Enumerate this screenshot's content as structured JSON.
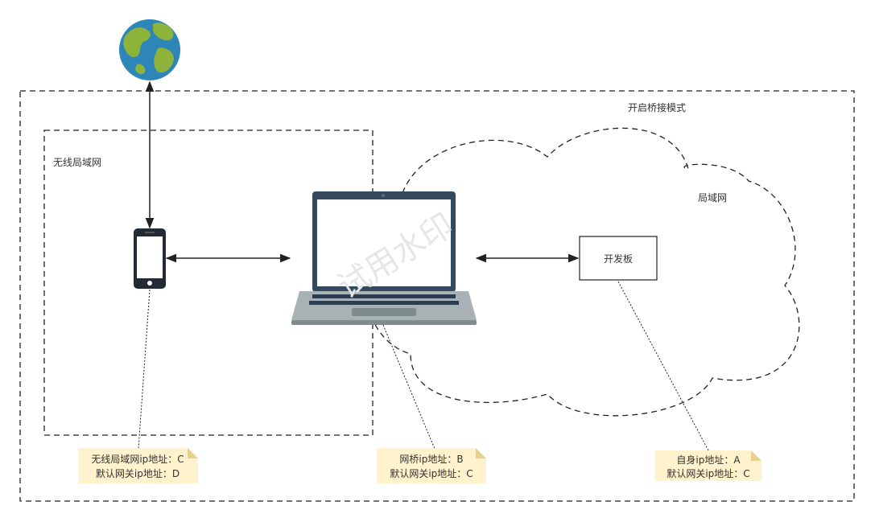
{
  "regions": {
    "bridge_mode_label": "开启桥接模式",
    "wireless_lan_label": "无线局域网",
    "lan_label": "局域网"
  },
  "devices": {
    "globe_icon": "globe-icon",
    "phone_icon": "smartphone-icon",
    "laptop_icon": "laptop-icon",
    "board_label": "开发板"
  },
  "notes": {
    "phone": {
      "line1": "无线局域网ip地址：C",
      "line2": "默认网关ip地址：D"
    },
    "laptop": {
      "line1": "网桥ip地址：B",
      "line2": "默认网关ip地址：C"
    },
    "board": {
      "line1": "自身ip地址：A",
      "line2": "默认网关ip地址：C"
    }
  },
  "watermark": "试用水印",
  "colors": {
    "note_fill": "#fff2cc",
    "note_fold": "#e6d08a",
    "line": "#222222",
    "laptop_frame": "#34495e",
    "laptop_base": "#95a5a6"
  }
}
